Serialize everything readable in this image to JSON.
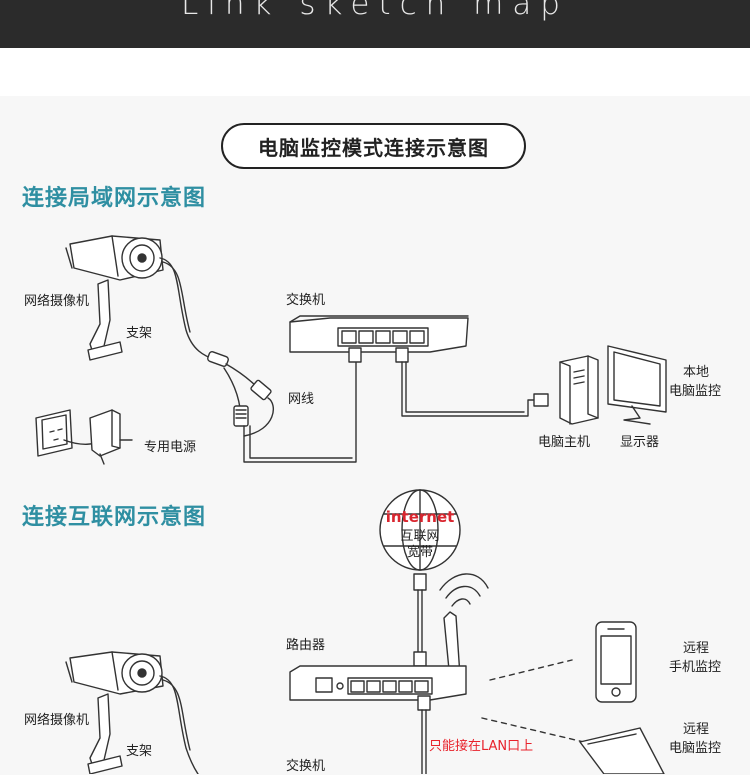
{
  "header": {
    "english_title": "Link sketch map"
  },
  "diagram_title": "电脑监控模式连接示意图",
  "lan_section": {
    "title": "连接局域网示意图",
    "labels": {
      "camera": "网络摄像机",
      "bracket": "支架",
      "switch": "交换机",
      "cable": "网线",
      "power": "专用电源",
      "pc_host": "电脑主机",
      "monitor": "显示器",
      "local_monitor_1": "本地",
      "local_monitor_2": "电脑监控"
    }
  },
  "internet_section": {
    "title": "连接互联网示意图",
    "globe": {
      "word": "internet",
      "line1": "互联网",
      "line2": "宽带"
    },
    "labels": {
      "router": "路由器",
      "remote_phone_1": "远程",
      "remote_phone_2": "手机监控",
      "camera": "网络摄像机",
      "bracket": "支架",
      "remote_pc_1": "远程",
      "remote_pc_2": "电脑监控",
      "switch": "交换机"
    },
    "lan_note": "只能接在LAN口上"
  }
}
